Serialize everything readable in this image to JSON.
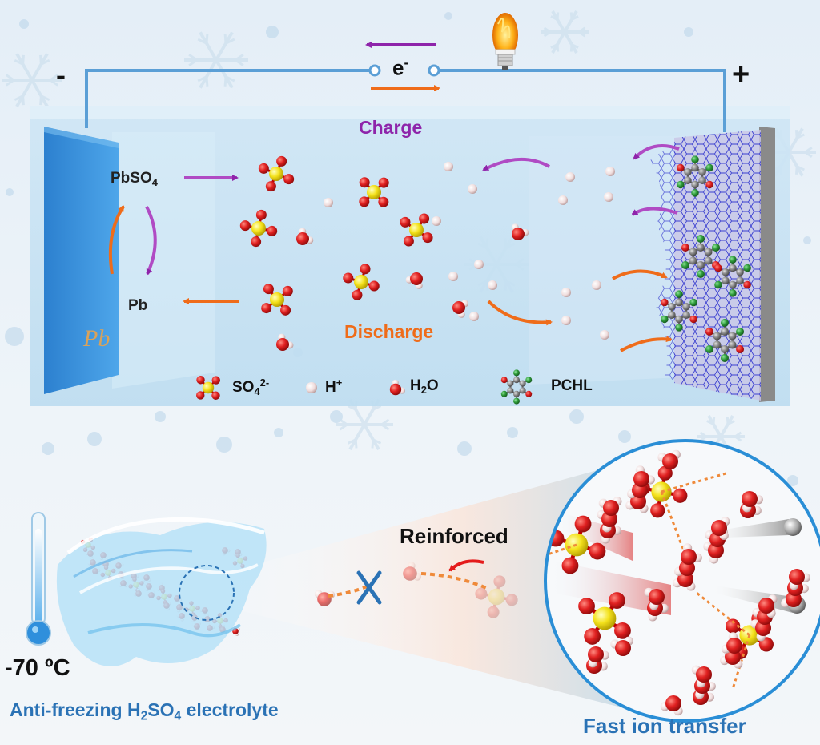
{
  "circuit": {
    "negative_sign": "-",
    "positive_sign": "+",
    "electron": "e",
    "electron_charge": "-"
  },
  "cell": {
    "charge_label": "Charge",
    "discharge_label": "Discharge",
    "pbso4_base": "PbSO",
    "pbso4_sub": "4",
    "pb_label": "Pb",
    "electrode_mark": "Pb"
  },
  "legend": {
    "sulfate_base": "SO",
    "sulfate_sub": "4",
    "sulfate_sup": "2-",
    "proton_base": "H",
    "proton_sup": "+",
    "water_pre": "H",
    "water_sub": "2",
    "water_post": "O",
    "pchl": "PCHL"
  },
  "bottom": {
    "temperature": "-70 ºC",
    "electrolyte_pre": "Anti-freezing H",
    "electrolyte_sub1": "2",
    "electrolyte_mid": "SO",
    "electrolyte_sub2": "4",
    "electrolyte_post": " electrolyte",
    "reinforced": "Reinforced",
    "fast_ion": "Fast ion transfer"
  },
  "colors": {
    "wire": "#5b9fd6",
    "charge": "#8e24aa",
    "discharge": "#ef6c1a",
    "caption_blue": "#2a72b5",
    "oxygen": "#d81b1b",
    "sulfur": "#f2e01a",
    "hydrogen": "#f2e6e6",
    "chlorine": "#2e9c3a",
    "carbon": "#8a8a8a"
  }
}
